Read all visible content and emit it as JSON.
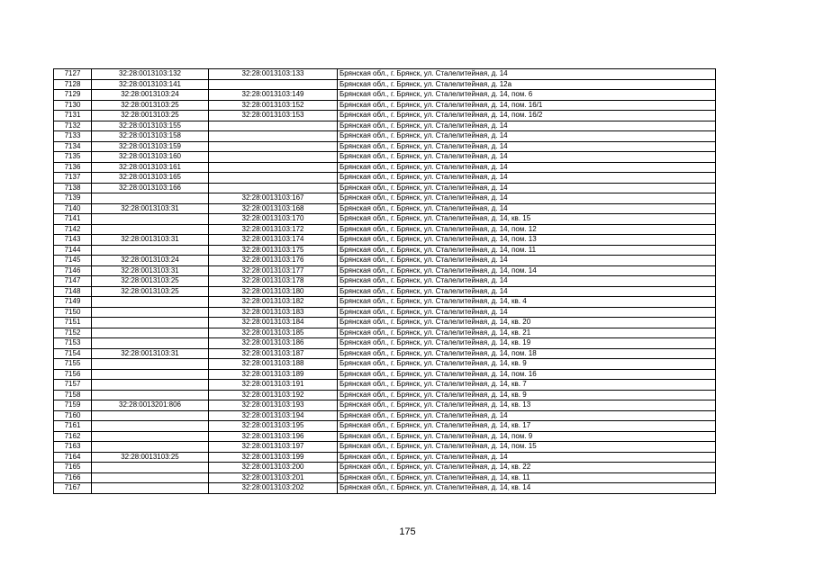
{
  "page_number": "175",
  "rows": [
    [
      "7127",
      "32:28:0013103:132",
      "32:28:0013103:133",
      "Брянская обл., г. Брянск, ул. Сталелитейная, д. 14"
    ],
    [
      "7128",
      "32:28:0013103:141",
      "",
      "Брянская обл., г. Брянск, ул. Сталелитейная, д. 12а"
    ],
    [
      "7129",
      "32:28:0013103:24",
      "32:28:0013103:149",
      "Брянская обл., г. Брянск, ул. Сталелитейная, д. 14, пом. 6"
    ],
    [
      "7130",
      "32:28:0013103:25",
      "32:28:0013103:152",
      "Брянская обл., г. Брянск, ул. Сталелитейная, д. 14, пом. 16/1"
    ],
    [
      "7131",
      "32:28:0013103:25",
      "32:28:0013103:153",
      "Брянская обл., г. Брянск, ул. Сталелитейная, д. 14, пом. 16/2"
    ],
    [
      "7132",
      "32:28:0013103:155",
      "",
      "Брянская обл., г. Брянск, ул. Сталелитейная, д. 14"
    ],
    [
      "7133",
      "32:28:0013103:158",
      "",
      "Брянская обл., г. Брянск, ул. Сталелитейная, д. 14"
    ],
    [
      "7134",
      "32:28:0013103:159",
      "",
      "Брянская обл., г. Брянск, ул. Сталелитейная, д. 14"
    ],
    [
      "7135",
      "32:28:0013103:160",
      "",
      "Брянская обл., г. Брянск, ул. Сталелитейная, д. 14"
    ],
    [
      "7136",
      "32:28:0013103:161",
      "",
      "Брянская обл., г. Брянск, ул. Сталелитейная, д. 14"
    ],
    [
      "7137",
      "32:28:0013103:165",
      "",
      "Брянская обл., г. Брянск, ул. Сталелитейная, д. 14"
    ],
    [
      "7138",
      "32:28:0013103:166",
      "",
      "Брянская обл., г. Брянск, ул. Сталелитейная, д. 14"
    ],
    [
      "7139",
      "",
      "32:28:0013103:167",
      "Брянская обл., г. Брянск, ул. Сталелитейная, д. 14"
    ],
    [
      "7140",
      "32:28:0013103:31",
      "32:28:0013103:168",
      "Брянская обл., г. Брянск, ул. Сталелитейная, д. 14"
    ],
    [
      "7141",
      "",
      "32:28:0013103:170",
      "Брянская обл., г. Брянск, ул. Сталелитейная, д. 14, кв. 15"
    ],
    [
      "7142",
      "",
      "32:28:0013103:172",
      "Брянская обл., г. Брянск, ул. Сталелитейная, д. 14, пом. 12"
    ],
    [
      "7143",
      "32:28:0013103:31",
      "32:28:0013103:174",
      "Брянская обл., г. Брянск, ул. Сталелитейная, д. 14, пом. 13"
    ],
    [
      "7144",
      "",
      "32:28:0013103:175",
      "Брянская обл., г. Брянск, ул. Сталелитейная, д. 14, пом. 11"
    ],
    [
      "7145",
      "32:28:0013103:24",
      "32:28:0013103:176",
      "Брянская обл., г. Брянск, ул. Сталелитейная, д. 14"
    ],
    [
      "7146",
      "32:28:0013103:31",
      "32:28:0013103:177",
      "Брянская обл., г. Брянск, ул. Сталелитейная, д. 14, пом. 14"
    ],
    [
      "7147",
      "32:28:0013103:25",
      "32:28:0013103:178",
      "Брянская обл., г. Брянск, ул. Сталелитейная, д. 14"
    ],
    [
      "7148",
      "32:28:0013103:25",
      "32:28:0013103:180",
      "Брянская обл., г. Брянск, ул. Сталелитейная, д. 14"
    ],
    [
      "7149",
      "",
      "32:28:0013103:182",
      "Брянская обл., г. Брянск, ул. Сталелитейная, д. 14, кв. 4"
    ],
    [
      "7150",
      "",
      "32:28:0013103:183",
      "Брянская обл., г. Брянск, ул. Сталелитейная, д. 14"
    ],
    [
      "7151",
      "",
      "32:28:0013103:184",
      "Брянская обл., г. Брянск, ул. Сталелитейная, д. 14, кв. 20"
    ],
    [
      "7152",
      "",
      "32:28:0013103:185",
      "Брянская обл., г. Брянск, ул. Сталелитейная, д. 14, кв. 21"
    ],
    [
      "7153",
      "",
      "32:28:0013103:186",
      "Брянская обл., г. Брянск, ул. Сталелитейная, д. 14, кв. 19"
    ],
    [
      "7154",
      "32:28:0013103:31",
      "32:28:0013103:187",
      "Брянская обл., г. Брянск, ул. Сталелитейная, д. 14, пом. 18"
    ],
    [
      "7155",
      "",
      "32:28:0013103:188",
      "Брянская обл., г. Брянск, ул. Сталелитейная, д. 14, кв. 9"
    ],
    [
      "7156",
      "",
      "32:28:0013103:189",
      "Брянская обл., г. Брянск, ул. Сталелитейная, д. 14, пом. 16"
    ],
    [
      "7157",
      "",
      "32:28:0013103:191",
      "Брянская обл., г. Брянск, ул. Сталелитейная, д. 14, кв. 7"
    ],
    [
      "7158",
      "",
      "32:28:0013103:192",
      "Брянская обл., г. Брянск, ул. Сталелитейная, д. 14, кв. 9"
    ],
    [
      "7159",
      "32:28:0013201:806",
      "32:28:0013103:193",
      "Брянская обл., г. Брянск, ул. Сталелитейная, д. 14, кв. 13"
    ],
    [
      "7160",
      "",
      "32:28:0013103:194",
      "Брянская обл., г. Брянск, ул. Сталелитейная, д. 14"
    ],
    [
      "7161",
      "",
      "32:28:0013103:195",
      "Брянская обл., г. Брянск, ул. Сталелитейная, д. 14, кв. 17"
    ],
    [
      "7162",
      "",
      "32:28:0013103:196",
      "Брянская обл., г. Брянск, ул. Сталелитейная, д. 14, пом. 9"
    ],
    [
      "7163",
      "",
      "32:28:0013103:197",
      "Брянская обл., г. Брянск, ул. Сталелитейная, д. 14, пом. 15"
    ],
    [
      "7164",
      "32:28:0013103:25",
      "32:28:0013103:199",
      "Брянская обл., г. Брянск, ул. Сталелитейная, д. 14"
    ],
    [
      "7165",
      "",
      "32:28:0013103:200",
      "Брянская обл., г. Брянск, ул. Сталелитейная, д. 14, кв. 22"
    ],
    [
      "7166",
      "",
      "32:28:0013103:201",
      "Брянская обл., г. Брянск, ул. Сталелитейная, д. 14, кв. 11"
    ],
    [
      "7167",
      "",
      "32:28:0013103:202",
      "Брянская обл., г. Брянск, ул. Сталелитейная, д. 14, кв. 14"
    ]
  ]
}
